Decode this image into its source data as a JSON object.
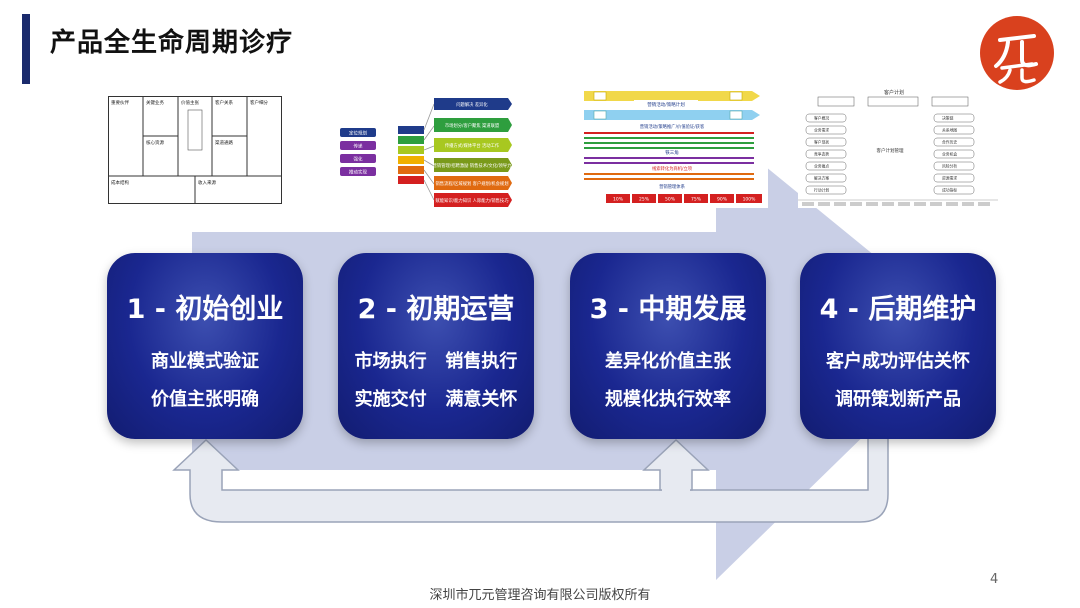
{
  "slide": {
    "title": "产品全生命周期诊疗",
    "footer": "深圳市兀元管理咨询有限公司版权所有",
    "page_number": "4"
  },
  "colors": {
    "title_bar": "#1a2a6c",
    "stage_box": "#1a2790",
    "background_arrow": "#c9cfe6",
    "loop_arrow": "#e6e9f0",
    "logo": "#d9411e"
  },
  "stages": [
    {
      "title": "1 - 初始创业",
      "line1": "商业模式验证",
      "line2": "价值主张明确"
    },
    {
      "title": "2 - 初期运营",
      "line1": "市场执行   销售执行",
      "line2": "实施交付   满意关怀"
    },
    {
      "title": "3 - 中期发展",
      "line1": "差异化价值主张",
      "line2": "规模化执行效率"
    },
    {
      "title": "4 - 后期维护",
      "line1": "客户成功评估关怀",
      "line2": "调研策划新产品"
    }
  ],
  "thumbnails": {
    "canvas": {
      "cells": [
        "重要伙伴",
        "关键业务",
        "价值主张",
        "客户关系",
        "客户细分",
        "核心资源",
        "渠道通路",
        "成本结构",
        "收入来源"
      ]
    },
    "marketing": {
      "left_items": [
        "定位规划",
        "传递",
        "强化",
        "推动实现"
      ],
      "right_items": [
        "问题解决 差异化",
        "市场划分/客户聚焦 渠道联盟",
        "传播方式/媒体平台 活动工作",
        "营销管理/招聘激励 销售技术/文化/领导力",
        "销售流程/区域规划 客户规划/机会规划",
        "赋能知识/能力知识 人际能力/销售技巧"
      ],
      "right_colors": [
        "#1f3b8a",
        "#2e9e3e",
        "#a8c820",
        "#7a9a1a",
        "#e06a10",
        "#d42020"
      ]
    },
    "funnel": {
      "labels": [
        "营销活动/策略计划",
        "营销活动/策略推广/价值验证/获客",
        "铁三角",
        "线索转化为商机/立项",
        "营销管理体系"
      ],
      "percentages": [
        "10%",
        "25%",
        "50%",
        "75%",
        "90%",
        "100%"
      ]
    },
    "account_plan": {
      "title": "客户计划",
      "center_label": "客户计划管理",
      "left_items": [
        "客户概况",
        "业务需求",
        "客户现状",
        "竞争态势",
        "业务痛点",
        "解决方案",
        "行动计划"
      ],
      "right_items": [
        "决策链",
        "关系地图",
        "合作历史",
        "业务机会",
        "风险分析",
        "资源需求",
        "成功指标"
      ]
    }
  }
}
